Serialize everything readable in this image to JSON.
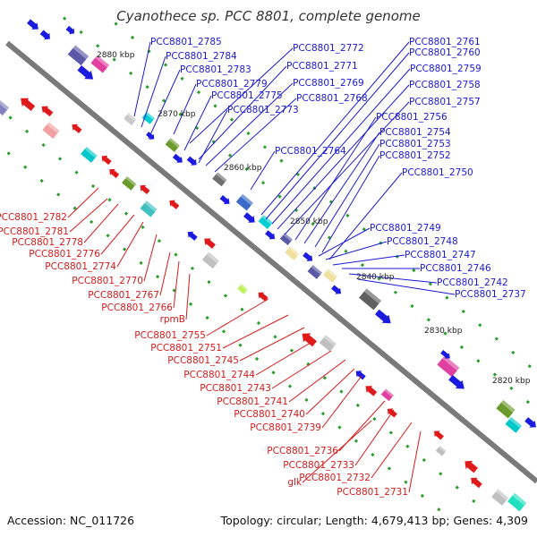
{
  "title": "Cyanothece sp. PCC 8801, complete genome",
  "accession": "Accession: NC_011726",
  "summary": "Topology: circular; Length: 4,679,413 bp; Genes: 4,309",
  "colors": {
    "forward_label": "#1a1ad6",
    "reverse_label": "#d61a1a",
    "backbone": "#7a7a7a",
    "tick": "#2a9d2a"
  },
  "kbp_marks": [
    "2880 kbp",
    "2870 kbp",
    "2860 kbp",
    "2850 kbp",
    "2840 kbp",
    "2830 kbp",
    "2820 kbp"
  ],
  "forward_labels": [
    "PCC8801_2785",
    "PCC8801_2784",
    "PCC8801_2783",
    "PCC8801_2779",
    "PCC8801_2775",
    "PCC8801_2773",
    "PCC8801_2772",
    "PCC8801_2771",
    "PCC8801_2769",
    "PCC8801_2768",
    "PCC8801_2764",
    "PCC8801_2761",
    "PCC8801_2760",
    "PCC8801_2759",
    "PCC8801_2758",
    "PCC8801_2757",
    "PCC8801_2756",
    "PCC8801_2754",
    "PCC8801_2753",
    "PCC8801_2752",
    "PCC8801_2750",
    "PCC8801_2749",
    "PCC8801_2748",
    "PCC8801_2747",
    "PCC8801_2746",
    "PCC8801_2742",
    "PCC8801_2737"
  ],
  "reverse_labels": [
    "PCC8801_2782",
    "PCC8801_2781",
    "PCC8801_2778",
    "PCC8801_2776",
    "PCC8801_2774",
    "PCC8801_2770",
    "PCC8801_2767",
    "PCC8801_2766",
    "rpmB",
    "PCC8801_2755",
    "PCC8801_2751",
    "PCC8801_2745",
    "PCC8801_2744",
    "PCC8801_2743",
    "PCC8801_2741",
    "PCC8801_2740",
    "PCC8801_2739",
    "PCC8801_2736",
    "PCC8801_2733",
    "glk",
    "PCC8801_2732",
    "PCC8801_2731"
  ]
}
